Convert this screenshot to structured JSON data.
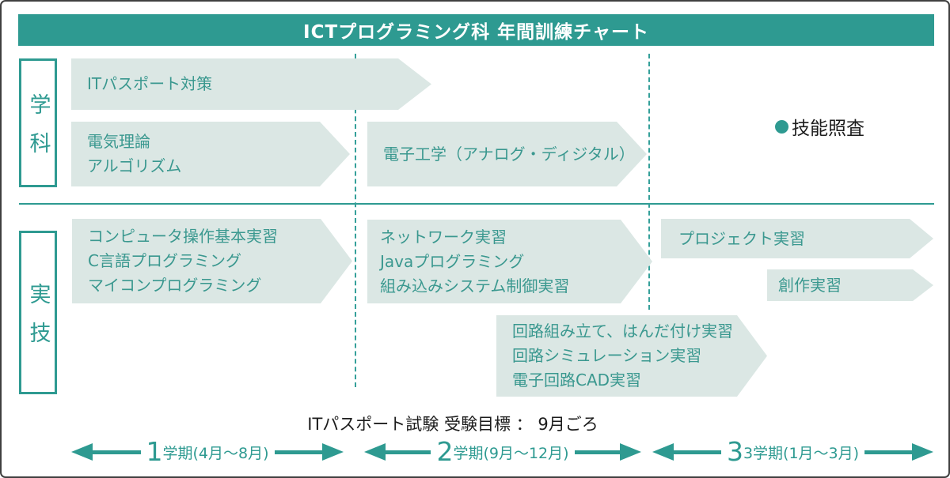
{
  "title": "ICTプログラミング科 年間訓練チャート",
  "sections": {
    "gakka": {
      "label": "学科"
    },
    "jitsugi": {
      "label": "実技"
    }
  },
  "bars": {
    "it_passport": {
      "lines": [
        "ITパスポート対策"
      ]
    },
    "denki": {
      "lines": [
        "電気理論",
        "アルゴリズム"
      ]
    },
    "denshi": {
      "lines": [
        "電子工学（アナログ・ディジタル）"
      ]
    },
    "computer": {
      "lines": [
        "コンピュータ操作基本実習",
        "C言語プログラミング",
        "マイコンプログラミング"
      ]
    },
    "network": {
      "lines": [
        "ネットワーク実習",
        "Javaプログラミング",
        "組み込みシステム制御実習"
      ]
    },
    "project": {
      "lines": [
        "プロジェクト実習"
      ]
    },
    "sosaku": {
      "lines": [
        "創作実習"
      ]
    },
    "kairo": {
      "lines": [
        "回路組み立て、はんだ付け実習",
        "回路シミュレーション実習",
        "電子回路CAD実習"
      ]
    }
  },
  "milestone": {
    "label": "技能照査"
  },
  "exam_note": "ITパスポート試験 受験目標 ： 9月ごろ",
  "terms": [
    {
      "number": "1",
      "suffix": "学期(4月〜8月)"
    },
    {
      "number": "2",
      "suffix": "学期(9月〜12月)"
    },
    {
      "number": "3",
      "suffix": "3学期(1月〜3月)"
    }
  ],
  "colors": {
    "accent_teal": "#2e9a91",
    "bar_fill": "#dbe7e4",
    "bar_text": "#3a988f",
    "text_dark": "#1c1c1c",
    "frame_border": "#3f3f3f",
    "title_text": "#ffffff"
  }
}
